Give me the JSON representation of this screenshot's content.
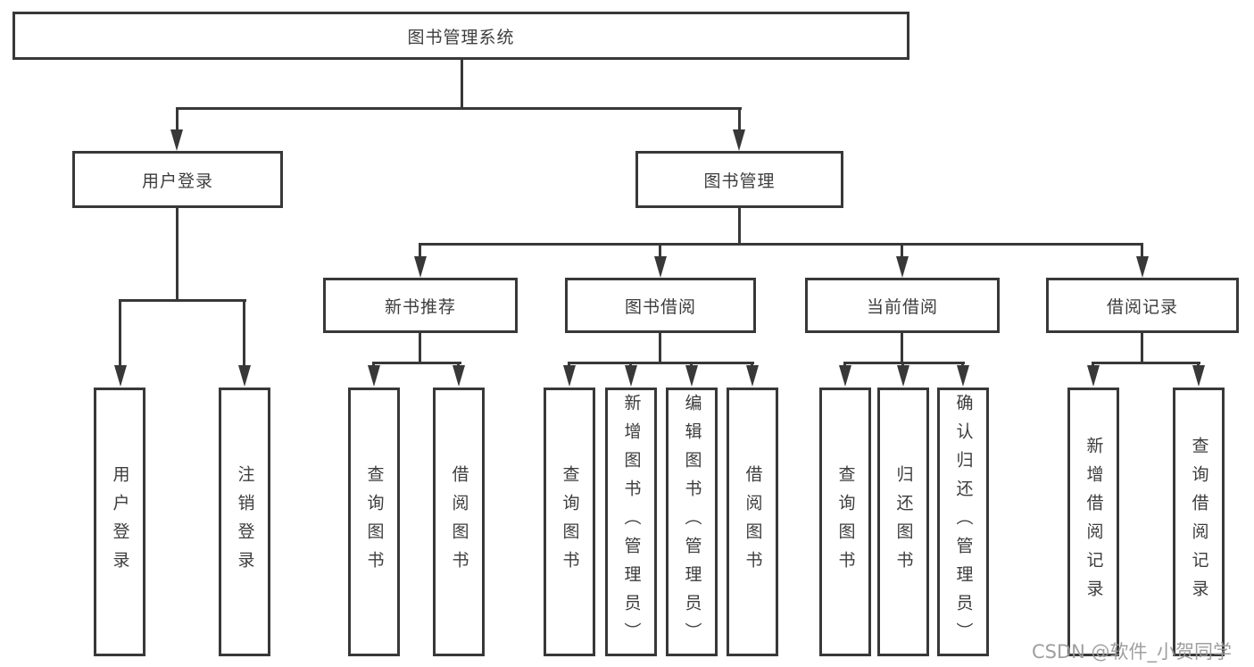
{
  "diagram_title": "图书管理系统",
  "nodes": {
    "root": "图书管理系统",
    "level2": [
      "用户登录",
      "图书管理"
    ],
    "level3": [
      "新书推荐",
      "图书借阅",
      "当前借阅",
      "借阅记录"
    ],
    "leaf_groups": [
      {
        "parent": "用户登录",
        "items": [
          "用户登录",
          "注销登录"
        ]
      },
      {
        "parent": "新书推荐",
        "items": [
          "查询图书",
          "借阅图书"
        ]
      },
      {
        "parent": "图书借阅",
        "items": [
          "查询图书",
          "新增图书（管理员）",
          "编辑图书（管理员）",
          "借阅图书"
        ]
      },
      {
        "parent": "当前借阅",
        "items": [
          "查询图书",
          "归还图书",
          "确认归还（管理员）"
        ]
      },
      {
        "parent": "借阅记录",
        "items": [
          "新增借阅记录",
          "查询借阅记录"
        ]
      }
    ]
  },
  "watermark": "CSDN @软件_小贺同学",
  "colors": {
    "line": "#383838",
    "text": "#3d3d3d",
    "watermark": "#9a9a9a",
    "background": "#ffffff"
  }
}
